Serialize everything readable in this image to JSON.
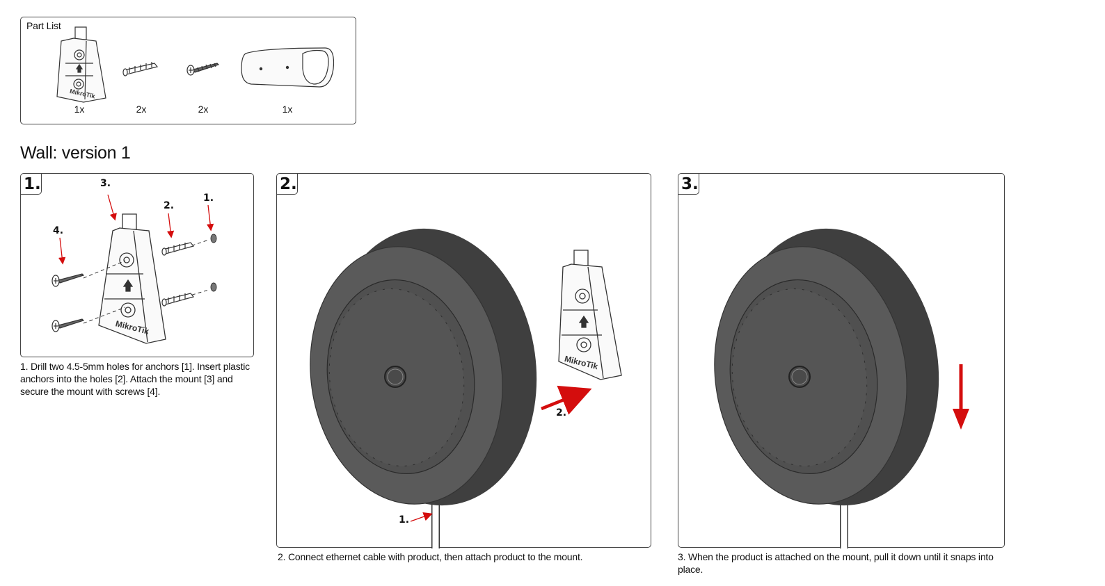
{
  "parts": {
    "title": "Part List",
    "items": [
      {
        "qty": "1x",
        "icon": "wall-mount-bracket-icon"
      },
      {
        "qty": "2x",
        "icon": "plastic-anchor-icon"
      },
      {
        "qty": "2x",
        "icon": "screw-icon"
      },
      {
        "qty": "1x",
        "icon": "mounting-plate-icon"
      }
    ]
  },
  "section_title": "Wall: version 1",
  "steps": [
    {
      "number": "1.",
      "callouts": [
        "1.",
        "2.",
        "3.",
        "4."
      ],
      "caption": "1. Drill two 4.5-5mm holes for anchors [1]. Insert plastic anchors into the holes [2]. Attach the mount [3] and secure the mount with screws [4]."
    },
    {
      "number": "2.",
      "callouts": [
        "1.",
        "2."
      ],
      "caption": "2. Connect ethernet cable with product, then attach product to the mount."
    },
    {
      "number": "3.",
      "caption": "3. When the product is attached on the mount, pull it down until it snaps into place."
    }
  ],
  "brand_logo": "MikroTik",
  "colors": {
    "arrow": "#d40d0d",
    "device": "#5a5a5a",
    "outline": "#444444"
  }
}
